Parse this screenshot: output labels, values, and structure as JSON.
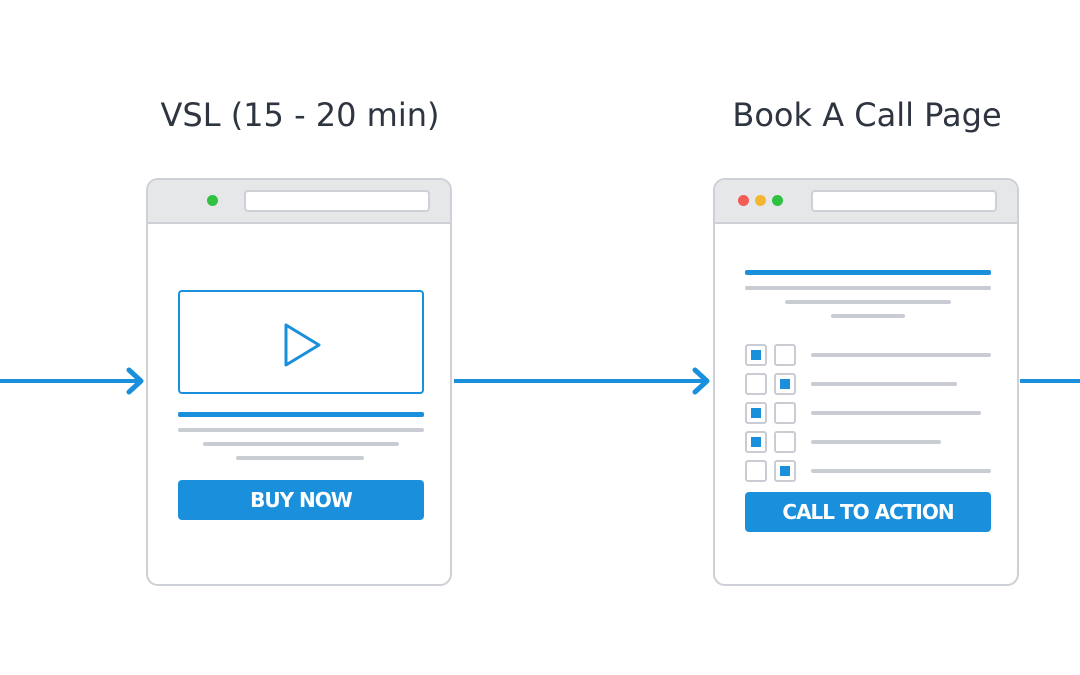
{
  "steps": {
    "vsl": {
      "title": "VSL (15 - 20 min)",
      "button_label": "BUY NOW"
    },
    "book": {
      "title": "Book A Call Page",
      "button_label": "CALL TO ACTION"
    }
  },
  "checklist_states": [
    [
      true,
      false
    ],
    [
      false,
      true
    ],
    [
      true,
      false
    ],
    [
      true,
      false
    ],
    [
      false,
      true
    ]
  ],
  "icons": [
    "play-icon",
    "arrow-right-icon"
  ],
  "colors": {
    "accent": "#1a8fdb",
    "text": "#2e3540",
    "window_border": "#cdd0d6",
    "titlebar": "#e6e7e9",
    "placeholder_line": "#c9ccd3",
    "dot_red": "#f25c54",
    "dot_yellow": "#f5b52e",
    "dot_green": "#2fc13f"
  }
}
